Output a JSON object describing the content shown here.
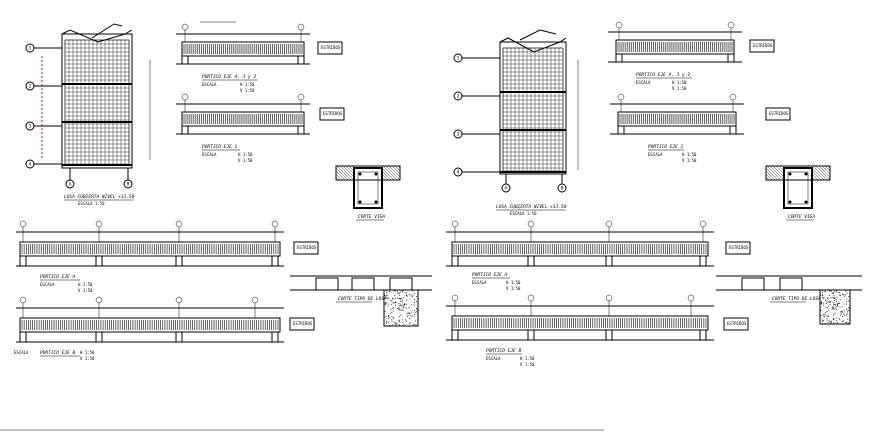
{
  "sheet": {
    "background": "#ffffff",
    "ink": "#000000",
    "accent": "#cc0000"
  },
  "left_plan": {
    "title": "LOSA CUBIERTA NIVEL +13.50",
    "subtitle": "ESCALA 1:50",
    "grid_rows": [
      "1",
      "2",
      "3",
      "4"
    ],
    "grid_cols": [
      "A",
      "B"
    ]
  },
  "right_plan": {
    "title": "LOSA CUBIERTA NIVEL +13.50",
    "subtitle": "ESCALA 1:50",
    "grid_rows": [
      "1",
      "2",
      "3",
      "4"
    ],
    "grid_cols": [
      "A",
      "B"
    ]
  },
  "left_sheet": {
    "beam_top1": {
      "title": "PORTICO EJE 4, 3 y 2",
      "scale_label": "ESCALA",
      "h": "H 1:50",
      "v": "V 1:50",
      "tag": "ESTRIBOS"
    },
    "beam_top2": {
      "title": "PORTICO EJE 1",
      "scale_label": "ESCALA",
      "h": "H 1:50",
      "v": "V 1:50",
      "tag": "ESTRIBOS"
    },
    "section": {
      "title": "CORTE VIGA"
    },
    "beam_long1": {
      "title": "PORTICO EJE A",
      "scale_label": "ESCALA",
      "h": "H 1:50",
      "v": "V 1:50",
      "tag": "ESTRIBOS"
    },
    "beam_long2": {
      "title": "PORTICO EJE B",
      "scale_label": "ESCALA",
      "h": "H 1:50",
      "v": "V 1:50",
      "tag": "ESTRIBOS"
    },
    "detail": {
      "title": "CORTE TIPO DE LOSA"
    }
  },
  "right_sheet": {
    "beam_top1": {
      "title": "PORTICO EJE 4, 3 y 2",
      "scale_label": "ESCALA",
      "h": "H 1:50",
      "v": "V 1:50",
      "tag": "ESTRIBOS"
    },
    "beam_top2": {
      "title": "PORTICO EJE 1",
      "scale_label": "ESCALA",
      "h": "H 1:50",
      "v": "V 1:50",
      "tag": "ESTRIBOS"
    },
    "section": {
      "title": "CORTE VIGA"
    },
    "beam_long1": {
      "title": "PORTICO EJE A",
      "scale_label": "ESCALA",
      "h": "H 1:50",
      "v": "V 1:50",
      "tag": "ESTRIBOS"
    },
    "beam_long2": {
      "title": "PORTICO EJE B",
      "scale_label": "ESCALA",
      "h": "H 1:50",
      "v": "V 1:50",
      "tag": "ESTRIBOS"
    },
    "detail": {
      "title": "CORTE TIPO DE LOSA"
    }
  }
}
